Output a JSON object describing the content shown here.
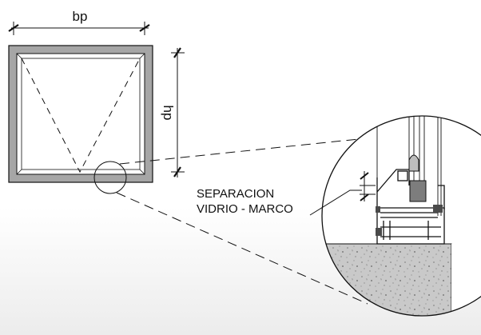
{
  "labels": {
    "width": "bp",
    "height": "hp",
    "callout_line1": "SEPARACION",
    "callout_line2": "VIDRIO - MARCO"
  },
  "colors": {
    "frame": "#a6a6a6",
    "line": "#111111",
    "floor": "#c8c8c8",
    "background_fade": "#ececec"
  }
}
